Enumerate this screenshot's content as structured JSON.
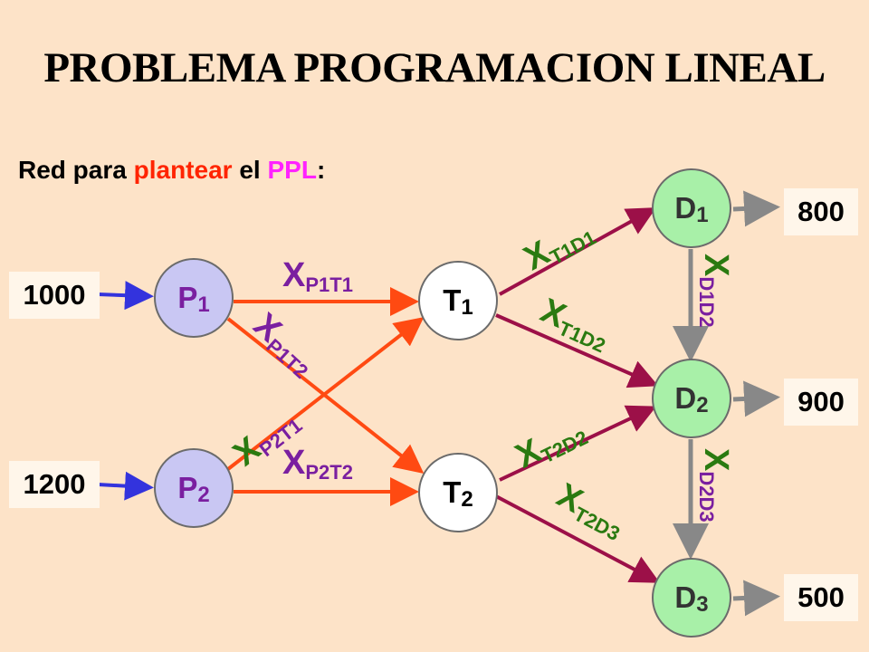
{
  "title": "PROBLEMA PROGRAMACION LINEAL",
  "subtitle": {
    "part1": "Red para ",
    "part2": "plantear",
    "part3": " el ",
    "part4": "PPL",
    "part5": ":"
  },
  "supplies": {
    "p1": "1000",
    "p2": "1200"
  },
  "demands": {
    "d1": "800",
    "d2": "900",
    "d3": "500"
  },
  "nodes": {
    "p1": {
      "letter": "P",
      "sub": "1"
    },
    "p2": {
      "letter": "P",
      "sub": "2"
    },
    "t1": {
      "letter": "T",
      "sub": "1"
    },
    "t2": {
      "letter": "T",
      "sub": "2"
    },
    "d1": {
      "letter": "D",
      "sub": "1"
    },
    "d2": {
      "letter": "D",
      "sub": "2"
    },
    "d3": {
      "letter": "D",
      "sub": "3"
    }
  },
  "variables": {
    "xp1t1": {
      "x": "X",
      "sub": "P1T1"
    },
    "xp1t2": {
      "x": "X",
      "sub": "P1T2"
    },
    "xp2t1": {
      "x": "X",
      "sub": "P2T1"
    },
    "xp2t2": {
      "x": "X",
      "sub": "P2T2"
    },
    "xt1d1": {
      "x": "X",
      "sub": "T1D1"
    },
    "xt1d2": {
      "x": "X",
      "sub": "T1D2"
    },
    "xt2d2": {
      "x": "X",
      "sub": "T2D2"
    },
    "xt2d3": {
      "x": "X",
      "sub": "T2D3"
    },
    "xd1d2": {
      "x": "X",
      "sub": "D1D2"
    },
    "xd2d3": {
      "x": "X",
      "sub": "D2D3"
    }
  },
  "colors": {
    "orange_arc": "#ff4a12",
    "maroon_arc": "#9c1048",
    "gray_arc": "#888888",
    "blue_arc": "#3333dd",
    "var_x_purple": "#7a1fa0",
    "var_x_green": "#2a7a10"
  }
}
